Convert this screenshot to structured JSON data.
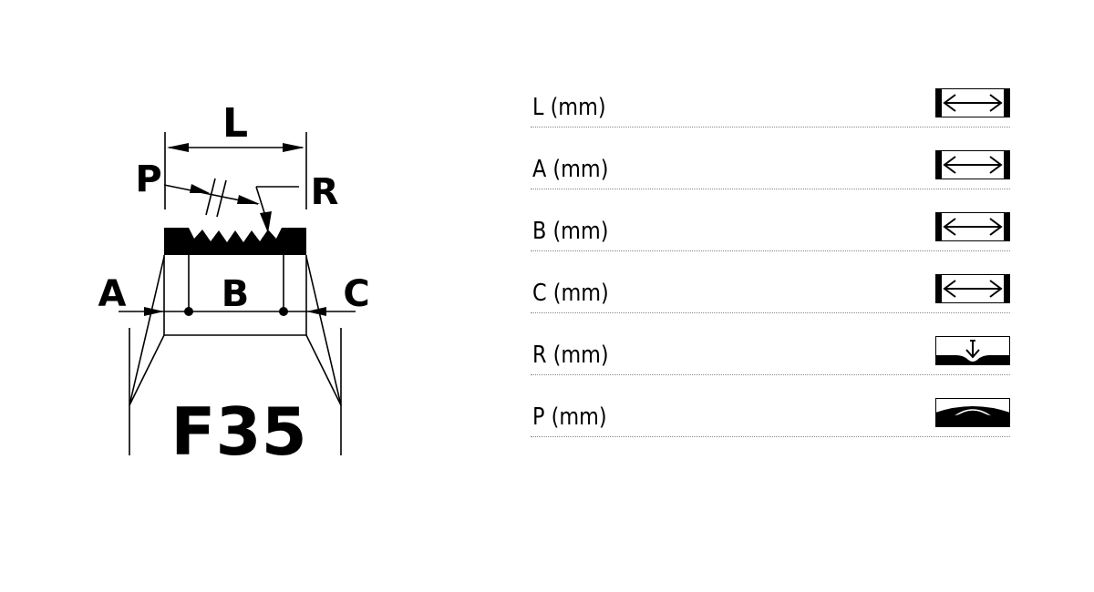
{
  "diagram": {
    "labels": {
      "l": "L",
      "p": "P",
      "r": "R",
      "a": "A",
      "b": "B",
      "c": "C"
    },
    "model": "F35"
  },
  "dimensions": [
    {
      "label": "L (mm)",
      "icon": "width-arrow-icon"
    },
    {
      "label": "A (mm)",
      "icon": "width-arrow-icon"
    },
    {
      "label": "B (mm)",
      "icon": "width-arrow-icon"
    },
    {
      "label": "C (mm)",
      "icon": "width-arrow-icon"
    },
    {
      "label": "R (mm)",
      "icon": "groove-radius-icon"
    },
    {
      "label": "P (mm)",
      "icon": "pitch-arc-icon"
    }
  ]
}
